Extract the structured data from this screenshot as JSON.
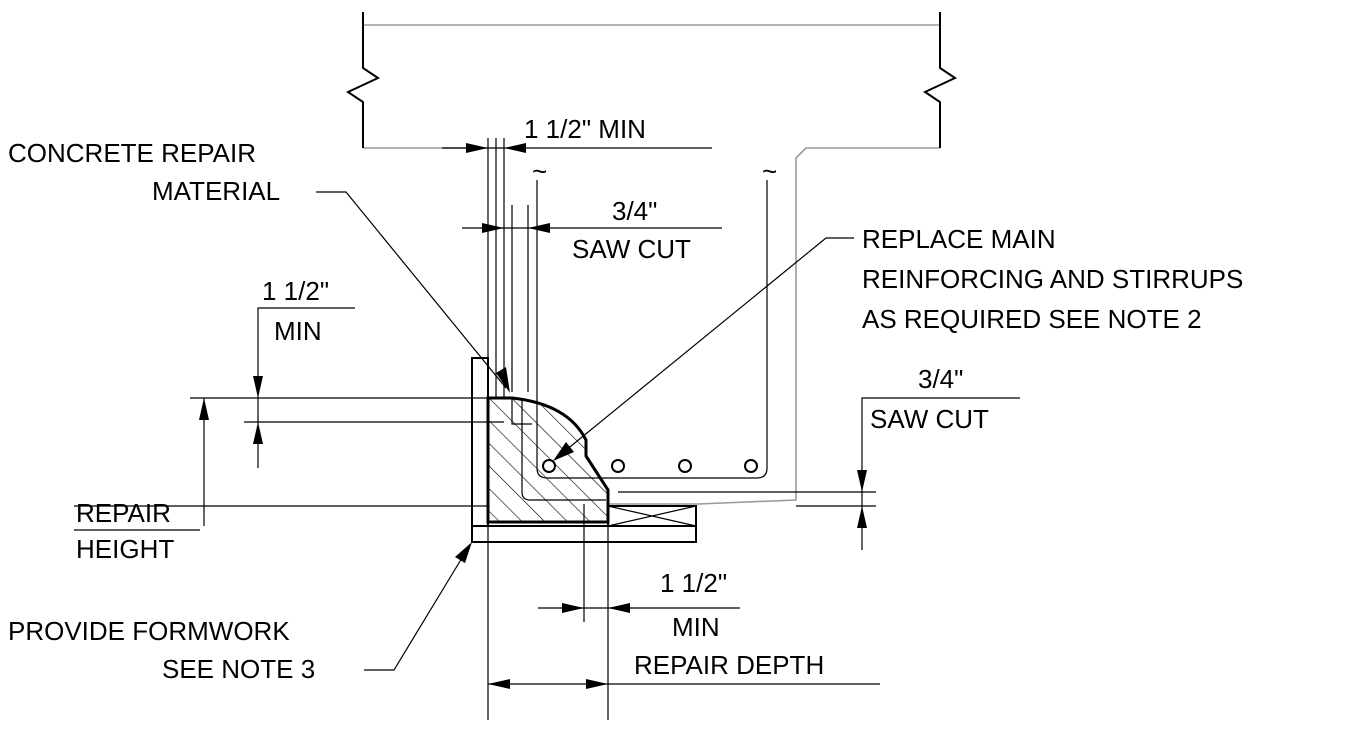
{
  "labels": {
    "concrete_repair_line1": "CONCRETE REPAIR",
    "concrete_repair_line2": "MATERIAL",
    "top_cover": "1 1/2\" MIN",
    "saw_cut_top_value": "3/4\"",
    "saw_cut_top_label": "SAW CUT",
    "replace_line1": "REPLACE MAIN",
    "replace_line2": "REINFORCING AND STIRRUPS",
    "replace_line3": "AS REQUIRED SEE NOTE 2",
    "left_min_value": "1 1/2\"",
    "left_min_label": "MIN",
    "saw_cut_right_value": "3/4\"",
    "saw_cut_right_label": "SAW CUT",
    "repair_height_line1": "REPAIR",
    "repair_height_line2": "HEIGHT",
    "bottom_min_value": "1 1/2\"",
    "bottom_min_label": "MIN",
    "formwork_line1": "PROVIDE FORMWORK",
    "formwork_line2": "SEE NOTE 3",
    "repair_depth": "REPAIR DEPTH",
    "break_mark_1": "~",
    "break_mark_2": "~"
  },
  "colors": {
    "line": "#000000",
    "concrete_outline": "#9a9a9a",
    "background": "#ffffff"
  }
}
